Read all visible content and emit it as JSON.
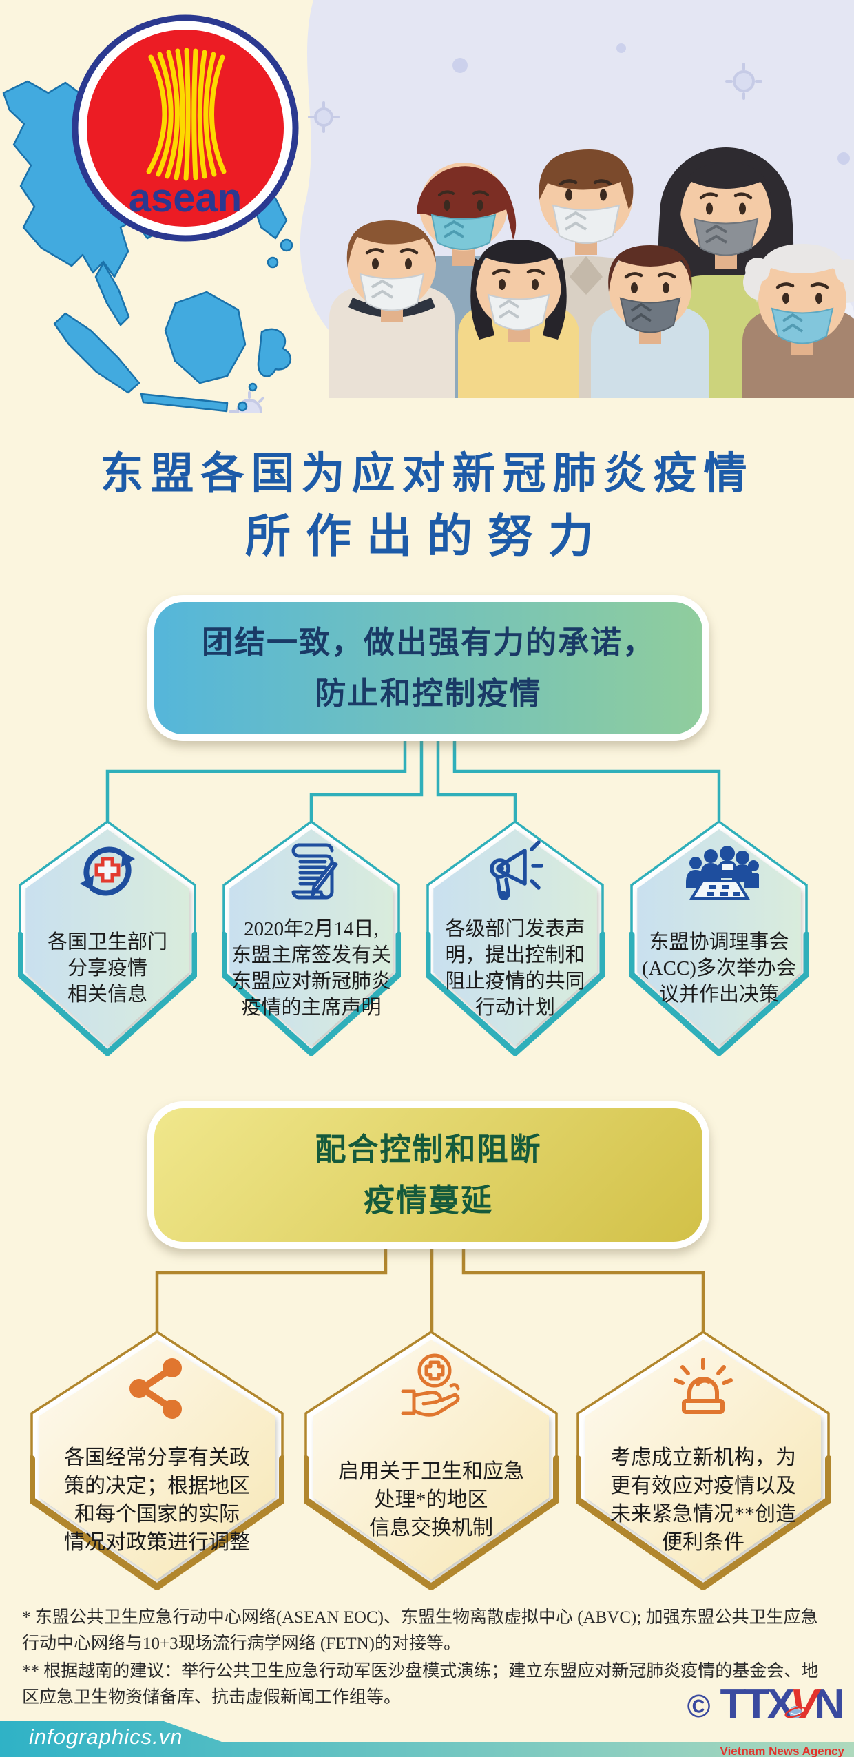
{
  "header": {
    "asean_label": "asean",
    "illustration": "group-of-people-wearing-face-masks-with-virus-particles",
    "map": "southeast-asia-map"
  },
  "title": {
    "line1": "东盟各国为应对新冠肺炎疫情",
    "line2": "所作出的努力"
  },
  "section1": {
    "box": {
      "line1": "团结一致，做出强有力的承诺，",
      "line2": "防止和控制疫情"
    },
    "items": [
      {
        "icon": "health-sync-icon",
        "lines": [
          "各国卫生部门",
          "分享疫情",
          "相关信息"
        ]
      },
      {
        "icon": "statement-scroll-icon",
        "lines": [
          "2020年2月14日,",
          "东盟主席签发有关",
          "东盟应对新冠肺炎",
          "疫情的主席声明"
        ]
      },
      {
        "icon": "megaphone-icon",
        "lines": [
          "各级部门发表声",
          "明，提出控制和",
          "阻止疫情的共同",
          "行动计划"
        ]
      },
      {
        "icon": "meeting-icon",
        "lines": [
          "东盟协调理事会",
          "(ACC)多次举办会",
          "议并作出决策"
        ]
      }
    ]
  },
  "section2": {
    "box": {
      "line1": "配合控制和阻断",
      "line2": "疫情蔓延"
    },
    "items": [
      {
        "icon": "share-icon",
        "lines": [
          "各国经常分享有关政",
          "策的决定；根据地区",
          "和每个国家的实际",
          "情况对政策进行调整"
        ]
      },
      {
        "icon": "hand-medical-cross-icon",
        "lines": [
          "启用关于卫生和应急",
          "处理*的地区",
          "信息交换机制"
        ]
      },
      {
        "icon": "siren-icon",
        "lines": [
          "考虑成立新机构，为",
          "更有效应对疫情以及",
          "未来紧急情况**创造",
          "便利条件"
        ]
      }
    ]
  },
  "footnotes": {
    "note1": "* 东盟公共卫生应急行动中心网络(ASEAN EOC)、东盟生物离散虚拟中心 (ABVC); 加强东盟公共卫生应急行动中心网络与10+3现场流行病学网络 (FETN)的对接等。",
    "note2": "** 根据越南的建议：举行公共卫生应急行动军医沙盘模式演练；建立东盟应对新冠肺炎疫情的基金会、地区应急卫生物资储备库、抗击虚假新闻工作组等。"
  },
  "footer": {
    "site": "infographics.vn",
    "copyright": "©",
    "logo_ttx": "TTX",
    "logo_v": "V",
    "logo_n": "N",
    "agency_name": "Vietnam News Agency"
  },
  "colors": {
    "background": "#fbf5de",
    "title_blue": "#1d5ba8",
    "teal_connector": "#2fafba",
    "gold_connector": "#b1862d",
    "box1_gradient": [
      "#55b6da",
      "#90cd9d"
    ],
    "box2_gradient": [
      "#f0e78c",
      "#d2c148"
    ],
    "hex_row1_fill": [
      "#c9e0ef",
      "#d9ecdc"
    ],
    "hex_row2_fill": [
      "#fefaf0",
      "#f7e7b5"
    ],
    "icon_blue": "#1e4e9e",
    "icon_orange": "#e0762f",
    "asean_red": "#ec1c24",
    "asean_blue": "#2b3990",
    "asean_yellow": "#fdd900",
    "footer_band": [
      "#2fb2c6",
      "#aed9bd"
    ],
    "ttxvn_blue": "#3a4a9f",
    "ttxvn_red": "#e2332c"
  }
}
